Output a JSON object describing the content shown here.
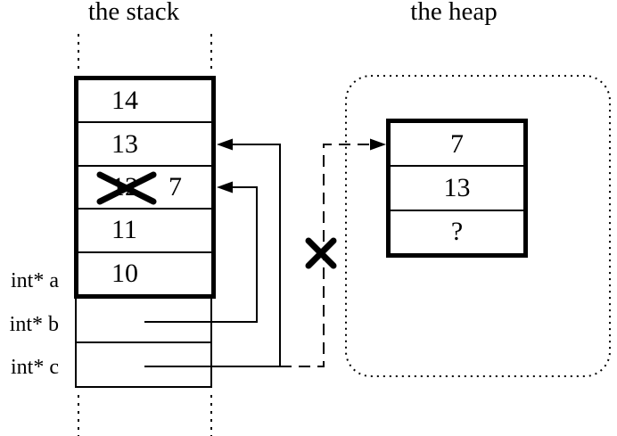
{
  "stack": {
    "title": "the stack",
    "cells": [
      {
        "value": "14"
      },
      {
        "value": "13"
      },
      {
        "value": "12",
        "crossed_out": true,
        "new_value": "7"
      },
      {
        "value": "11"
      },
      {
        "value": "10"
      }
    ],
    "pointer_labels": [
      {
        "label": "int* a"
      },
      {
        "label": "int* b"
      },
      {
        "label": "int* c"
      }
    ]
  },
  "heap": {
    "title": "the heap",
    "cells": [
      {
        "value": "7"
      },
      {
        "value": "13"
      },
      {
        "value": "?"
      }
    ]
  },
  "marks": {
    "stack_value_crossout": "x-mark",
    "dangling_pointer_crossout": "x-mark"
  },
  "colors": {
    "ink": "#000000",
    "background": "#ffffff"
  }
}
